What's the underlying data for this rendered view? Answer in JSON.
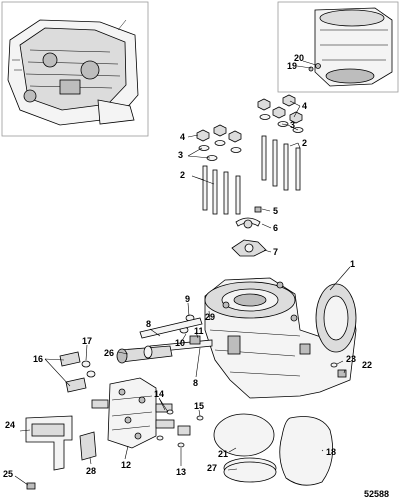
{
  "callouts": [
    "1",
    "2",
    "2",
    "3",
    "3",
    "4",
    "4",
    "5",
    "6",
    "7",
    "8",
    "8",
    "9",
    "10",
    "11",
    "12",
    "13",
    "14",
    "15",
    "16",
    "17",
    "18",
    "19",
    "20",
    "21",
    "22",
    "23",
    "24",
    "25",
    "26",
    "27",
    "28",
    "29"
  ],
  "reference_number": "52588"
}
